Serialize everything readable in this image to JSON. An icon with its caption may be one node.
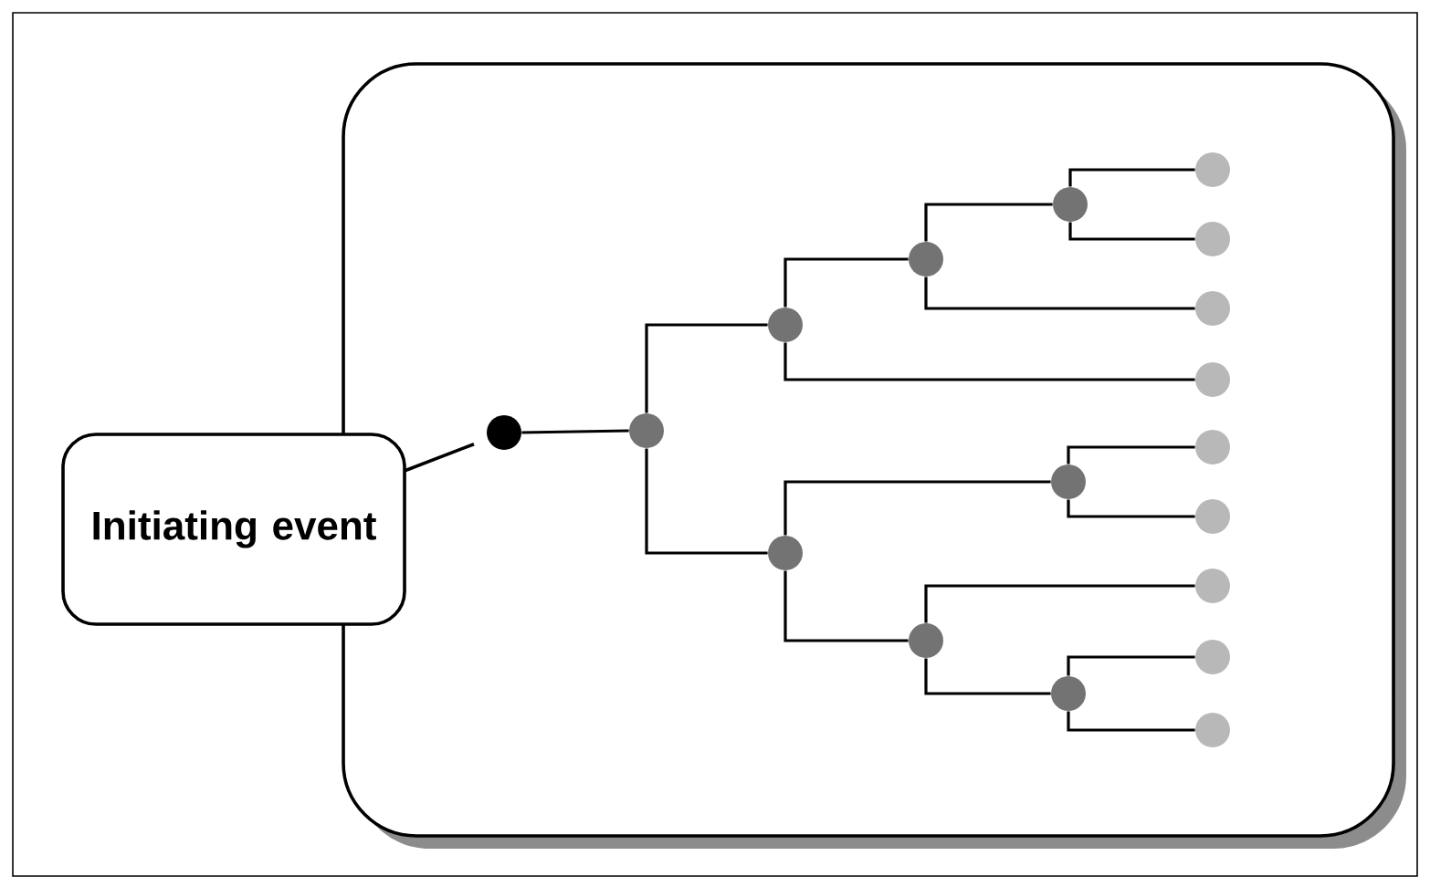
{
  "diagram": {
    "nodes": [
      {
        "text": [],
        "shape": "box"
      },
      {
        "text": [
          "Initiating event"
        ]
      },
      {
        "text": [],
        "shape": "circle",
        "in": 0
      },
      {
        "text": [],
        "shape": "circle",
        "in": 0
      },
      {
        "text": [],
        "shape": "circle",
        "in": 0
      },
      {
        "text": [],
        "shape": "circle",
        "in": 0
      },
      {
        "text": [],
        "shape": "circle",
        "in": 0
      },
      {
        "text": [],
        "shape": "circle",
        "in": 0
      },
      {
        "text": [],
        "shape": "circle",
        "in": 0
      },
      {
        "text": [],
        "shape": "circle",
        "in": 0
      },
      {
        "text": [],
        "shape": "circle",
        "in": 0
      },
      {
        "text": [],
        "shape": "circle",
        "in": 0
      },
      {
        "text": [],
        "shape": "circle",
        "in": 0
      },
      {
        "text": [],
        "shape": "circle",
        "in": 0
      },
      {
        "text": [],
        "shape": "circle",
        "in": 0
      },
      {
        "text": [],
        "shape": "circle",
        "in": 0
      },
      {
        "text": [],
        "shape": "circle",
        "in": 0
      },
      {
        "text": [],
        "shape": "circle",
        "in": 0
      },
      {
        "text": [],
        "shape": "circle",
        "in": 0
      },
      {
        "text": [],
        "shape": "circle",
        "in": 0
      }
    ],
    "edges": [
      {
        "from": 1,
        "to": 2,
        "arrow": "none"
      },
      {
        "from": 2,
        "to": 3,
        "arrow": "none"
      },
      {
        "from": 3,
        "to": 4,
        "arrow": "none"
      },
      {
        "from": 3,
        "to": 5,
        "arrow": "none"
      },
      {
        "from": 4,
        "to": 6,
        "arrow": "none"
      },
      {
        "from": 4,
        "to": 14,
        "arrow": "none"
      },
      {
        "from": 6,
        "to": 7,
        "arrow": "none"
      },
      {
        "from": 6,
        "to": 13,
        "arrow": "none"
      },
      {
        "from": 7,
        "to": 11,
        "arrow": "none"
      },
      {
        "from": 7,
        "to": 12,
        "arrow": "none"
      },
      {
        "from": 5,
        "to": 8,
        "arrow": "none"
      },
      {
        "from": 5,
        "to": 9,
        "arrow": "none"
      },
      {
        "from": 8,
        "to": 15,
        "arrow": "none"
      },
      {
        "from": 8,
        "to": 16,
        "arrow": "none"
      },
      {
        "from": 9,
        "to": 17,
        "arrow": "none"
      },
      {
        "from": 9,
        "to": 10,
        "arrow": "none"
      },
      {
        "from": 10,
        "to": 18,
        "arrow": "none"
      },
      {
        "from": 10,
        "to": 19,
        "arrow": "none"
      }
    ]
  }
}
